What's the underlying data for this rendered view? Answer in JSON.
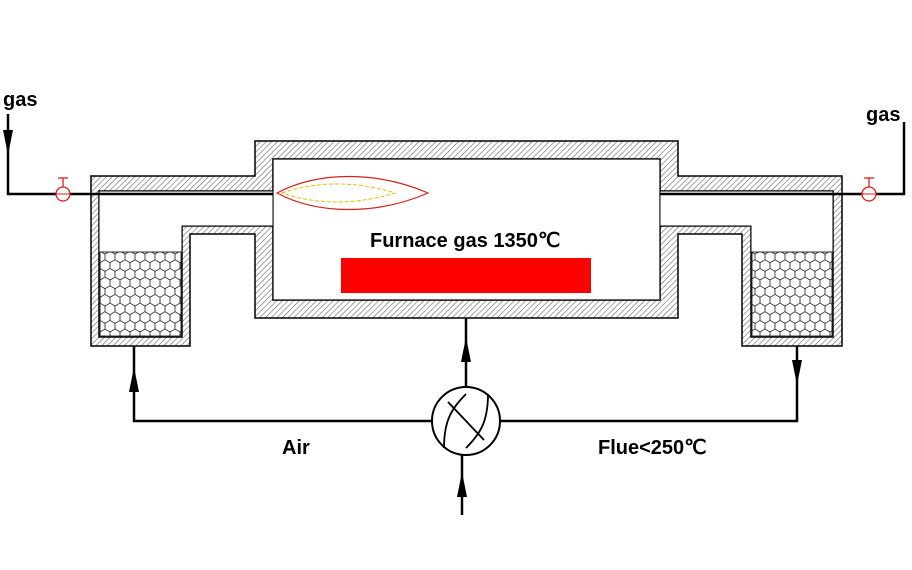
{
  "labels": {
    "gas_left": "gas",
    "gas_right": "gas",
    "furnace": "Furnace gas 1350℃",
    "air": "Air",
    "flue": "Flue<250℃"
  },
  "colors": {
    "line": "#000000",
    "hatch": "#666666",
    "valve": "#e31b1b",
    "flame_outer": "#d42020",
    "flame_inner": "#e0c000",
    "heating_element": "#ff0000"
  },
  "icons": {
    "valve": "gate-valve-icon",
    "reversing_valve": "four-way-reversing-valve-icon",
    "flame": "burner-flame-icon"
  }
}
